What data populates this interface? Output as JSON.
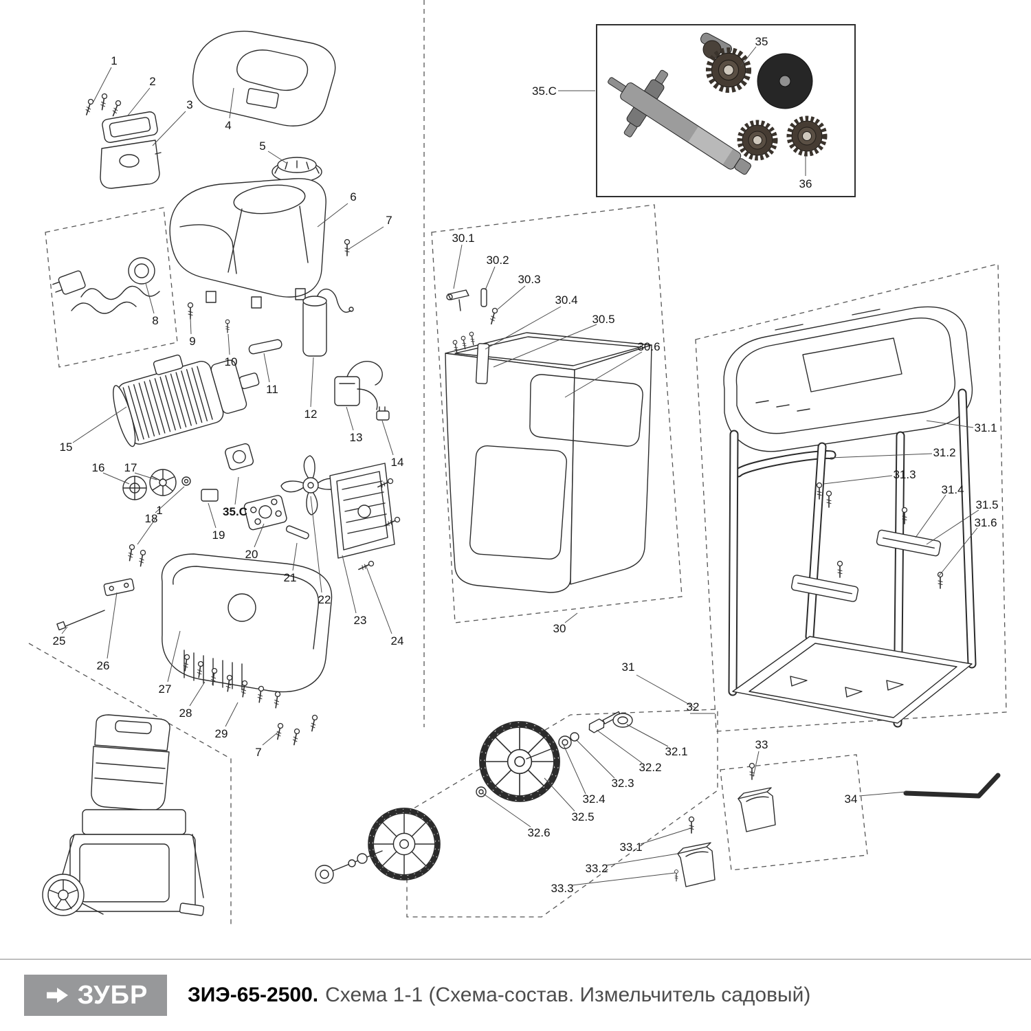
{
  "footer": {
    "brand": "ЗУБР",
    "model": "ЗИЭ-65-2500.",
    "subtitle": "Схема 1-1 (Схема-состав. Измельчитель садовый)"
  },
  "callouts": {
    "n1": "1",
    "n2": "2",
    "n3": "3",
    "n4": "4",
    "n5": "5",
    "n6": "6",
    "n7": "7",
    "n8": "8",
    "n9": "9",
    "n10": "10",
    "n11": "11",
    "n12": "12",
    "n13": "13",
    "n14": "14",
    "n15": "15",
    "n16": "16",
    "n17": "17",
    "n18": "18",
    "n19": "19",
    "n20": "20",
    "n21": "21",
    "n22": "22",
    "n23": "23",
    "n24": "24",
    "n25": "25",
    "n26": "26",
    "n27": "27",
    "n28": "28",
    "n29": "29",
    "n1b": "1",
    "n7b": "7",
    "n30": "30",
    "n30_1": "30.1",
    "n30_2": "30.2",
    "n30_3": "30.3",
    "n30_4": "30.4",
    "n30_5": "30.5",
    "n30_6": "30.6",
    "n31": "31",
    "n31_1": "31.1",
    "n31_2": "31.2",
    "n31_3": "31.3",
    "n31_4": "31.4",
    "n31_5": "31.5",
    "n31_6": "31.6",
    "n32": "32",
    "n32_1": "32.1",
    "n32_2": "32.2",
    "n32_3": "32.3",
    "n32_4": "32.4",
    "n32_5": "32.5",
    "n32_6": "32.6",
    "n33": "33",
    "n33_1": "33.1",
    "n33_2": "33.2",
    "n33_3": "33.3",
    "n34": "34",
    "n35": "35",
    "n36": "36",
    "n35c_box": "35.C",
    "n35c_motor": "35.C"
  }
}
